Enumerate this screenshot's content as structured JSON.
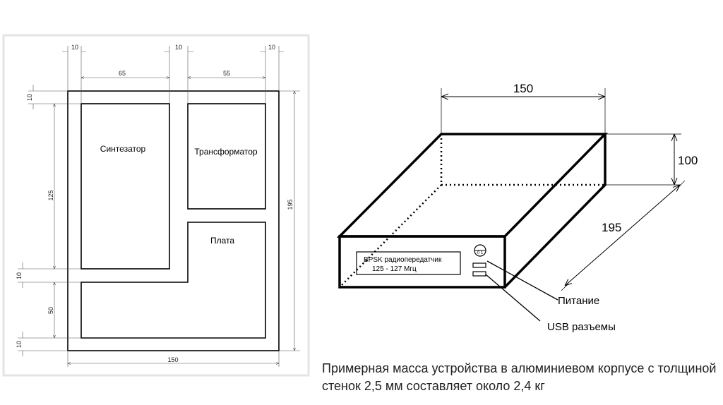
{
  "layout_drawing": {
    "labels": {
      "synth": "Синтезатор",
      "transformer": "Трансформатор",
      "board": "Плата"
    },
    "dims": {
      "top_left_gap": "10",
      "top_mid_gap": "10",
      "top_right_gap": "10",
      "synth_width": "65",
      "transformer_width": "55",
      "left_top_gap": "10",
      "synth_height": "125",
      "left_mid_gap": "10",
      "board_height": "50",
      "left_bottom_gap": "10",
      "total_height": "195",
      "total_width": "150"
    }
  },
  "box_drawing": {
    "dims": {
      "width": "150",
      "height": "100",
      "depth": "195"
    },
    "display_line1": "BPSK радиопередатчик",
    "display_line2": "125 - 127 Мгц",
    "power_label": "Питание",
    "usb_label": "USB разъемы",
    "power_switch": "0\n1"
  },
  "caption": "Примерная масса устройства в алюминиевом корпусе с толщиной стенок 2,5 мм составляет около 2,4 кг"
}
